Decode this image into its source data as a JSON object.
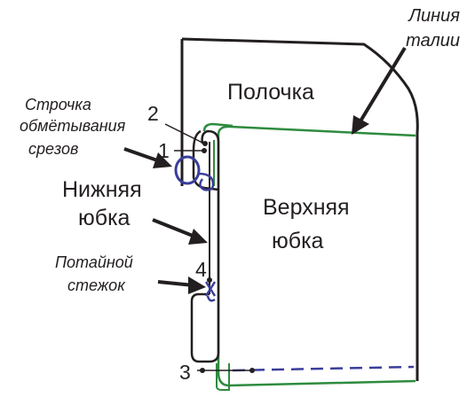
{
  "labels": {
    "waistline_1": "Линия",
    "waistline_2": "талии",
    "bodice": "Полочка",
    "overcast_1": "Строчка",
    "overcast_2": "обмётывания",
    "overcast_3": "срезов",
    "lower_skirt_1": "Нижняя",
    "lower_skirt_2": "юбка",
    "upper_skirt_1": "Верхняя",
    "upper_skirt_2": "юбка",
    "blind_1": "Потайной",
    "blind_2": "стежок",
    "n1": "1",
    "n2": "2",
    "n3": "3",
    "n4": "4"
  },
  "colors": {
    "outline": "#231f20",
    "seam_green": "#2e8b3e",
    "stitch_blue": "#3a3e9a"
  }
}
